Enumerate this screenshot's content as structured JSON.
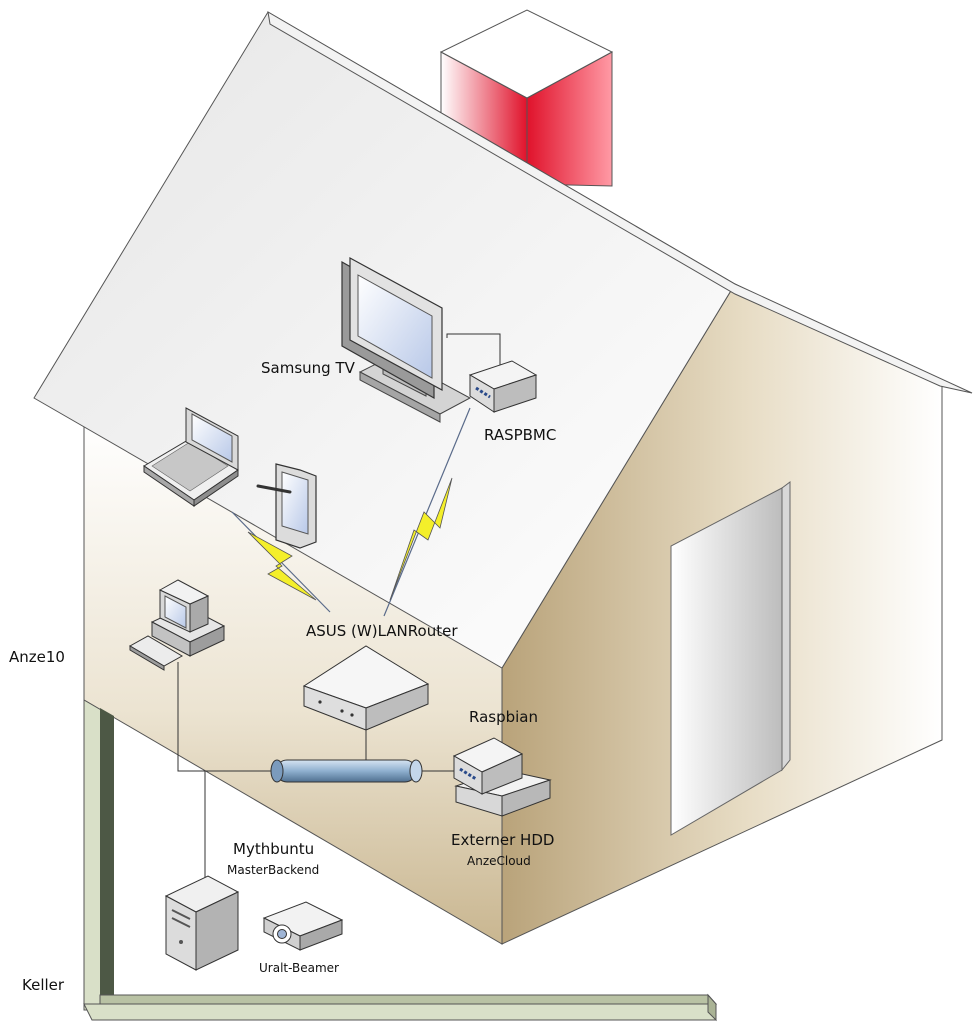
{
  "labels": {
    "samsung_tv": "Samsung TV",
    "raspbmc": "RASPBMC",
    "router": "ASUS (W)LANRouter",
    "raspbian": "Raspbian",
    "hdd": "Externer HDD",
    "hdd_sub": "AnzeCloud",
    "mythbuntu": "Mythbuntu",
    "mythbuntu_sub": "MasterBackend",
    "beamer": "Uralt-Beamer",
    "anze10": "Anze10",
    "keller": "Keller"
  },
  "colors": {
    "roof": "#ececec",
    "wall_front": "#d2c4a8",
    "wall_side": "#c8b48c",
    "chimney": "#e0122b",
    "lightning": "#f4ef2a",
    "bus": "#8fb0cf",
    "floor_bar": "#d9e0c8"
  }
}
